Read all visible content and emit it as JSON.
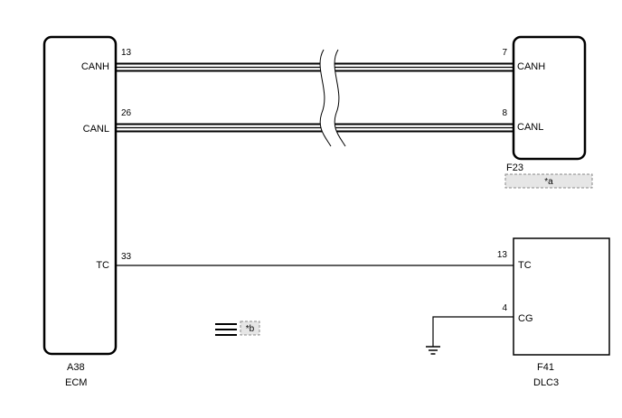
{
  "ecm": {
    "code": "A38",
    "name": "ECM",
    "pins": {
      "canh": {
        "num": "13",
        "label": "CANH"
      },
      "canl": {
        "num": "26",
        "label": "CANL"
      },
      "tc": {
        "num": "33",
        "label": "TC"
      }
    }
  },
  "f23": {
    "code": "F23",
    "pins": {
      "canh": {
        "num": "7",
        "label": "CANH"
      },
      "canl": {
        "num": "8",
        "label": "CANL"
      }
    },
    "annotation": "*a"
  },
  "dlc3": {
    "code": "F41",
    "name": "DLC3",
    "pins": {
      "tc": {
        "num": "13",
        "label": "TC"
      },
      "cg": {
        "num": "4",
        "label": "CG"
      }
    }
  },
  "legend": {
    "label": "*b"
  },
  "colors": {
    "line": "#000000",
    "annotation_fill": "#e6e6e6",
    "annotation_border": "#888888"
  }
}
